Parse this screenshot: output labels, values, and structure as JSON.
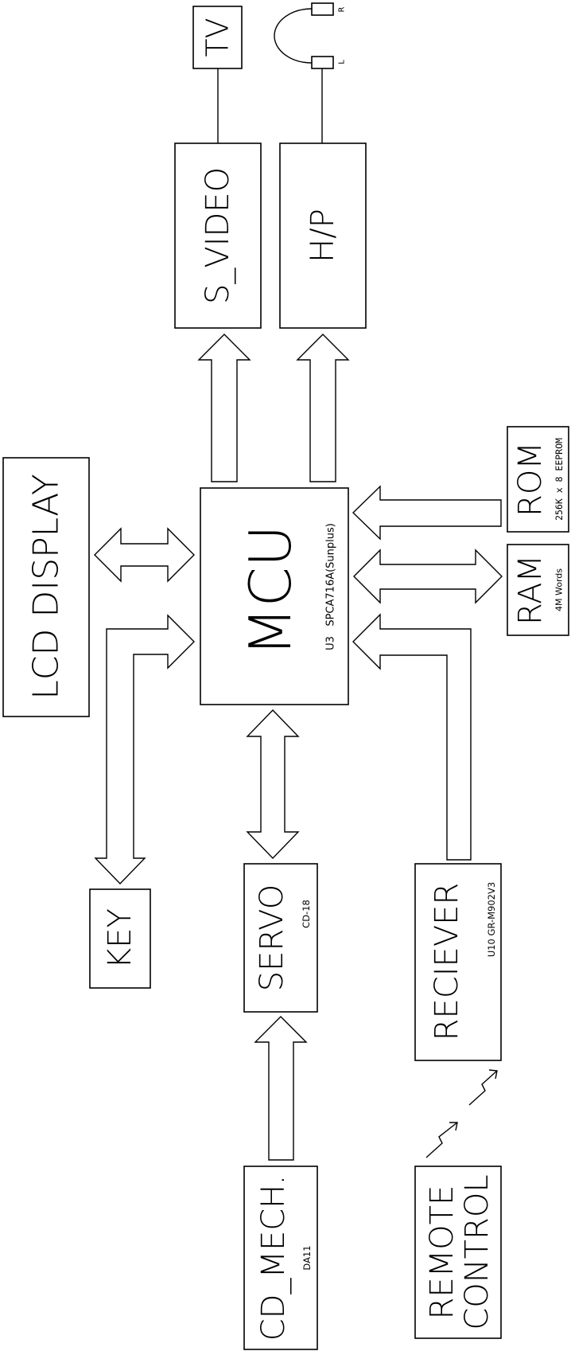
{
  "blocks": {
    "tv": "TV",
    "s_video": "S_VIDEO",
    "hp": "H/P",
    "headphone_r": "R",
    "headphone_l": "L",
    "lcd": "LCD DISPLAY",
    "mcu": "MCU",
    "mcu_part": "U3   SPCA716A(Sunplus)",
    "rom": "ROM",
    "rom_spec": "256K x 8 EEPROM",
    "ram": "RAM",
    "ram_spec": "4M Words",
    "key": "KEY",
    "servo": "SERVO",
    "servo_part": "CD-18",
    "receiver": "RECIEVER",
    "receiver_part": "U10 GR-M902V3",
    "cd_mech": "CD_MECH.",
    "cd_mech_part": "DA11",
    "remote_line1": "REMOTE",
    "remote_line2": "CONTROL"
  }
}
